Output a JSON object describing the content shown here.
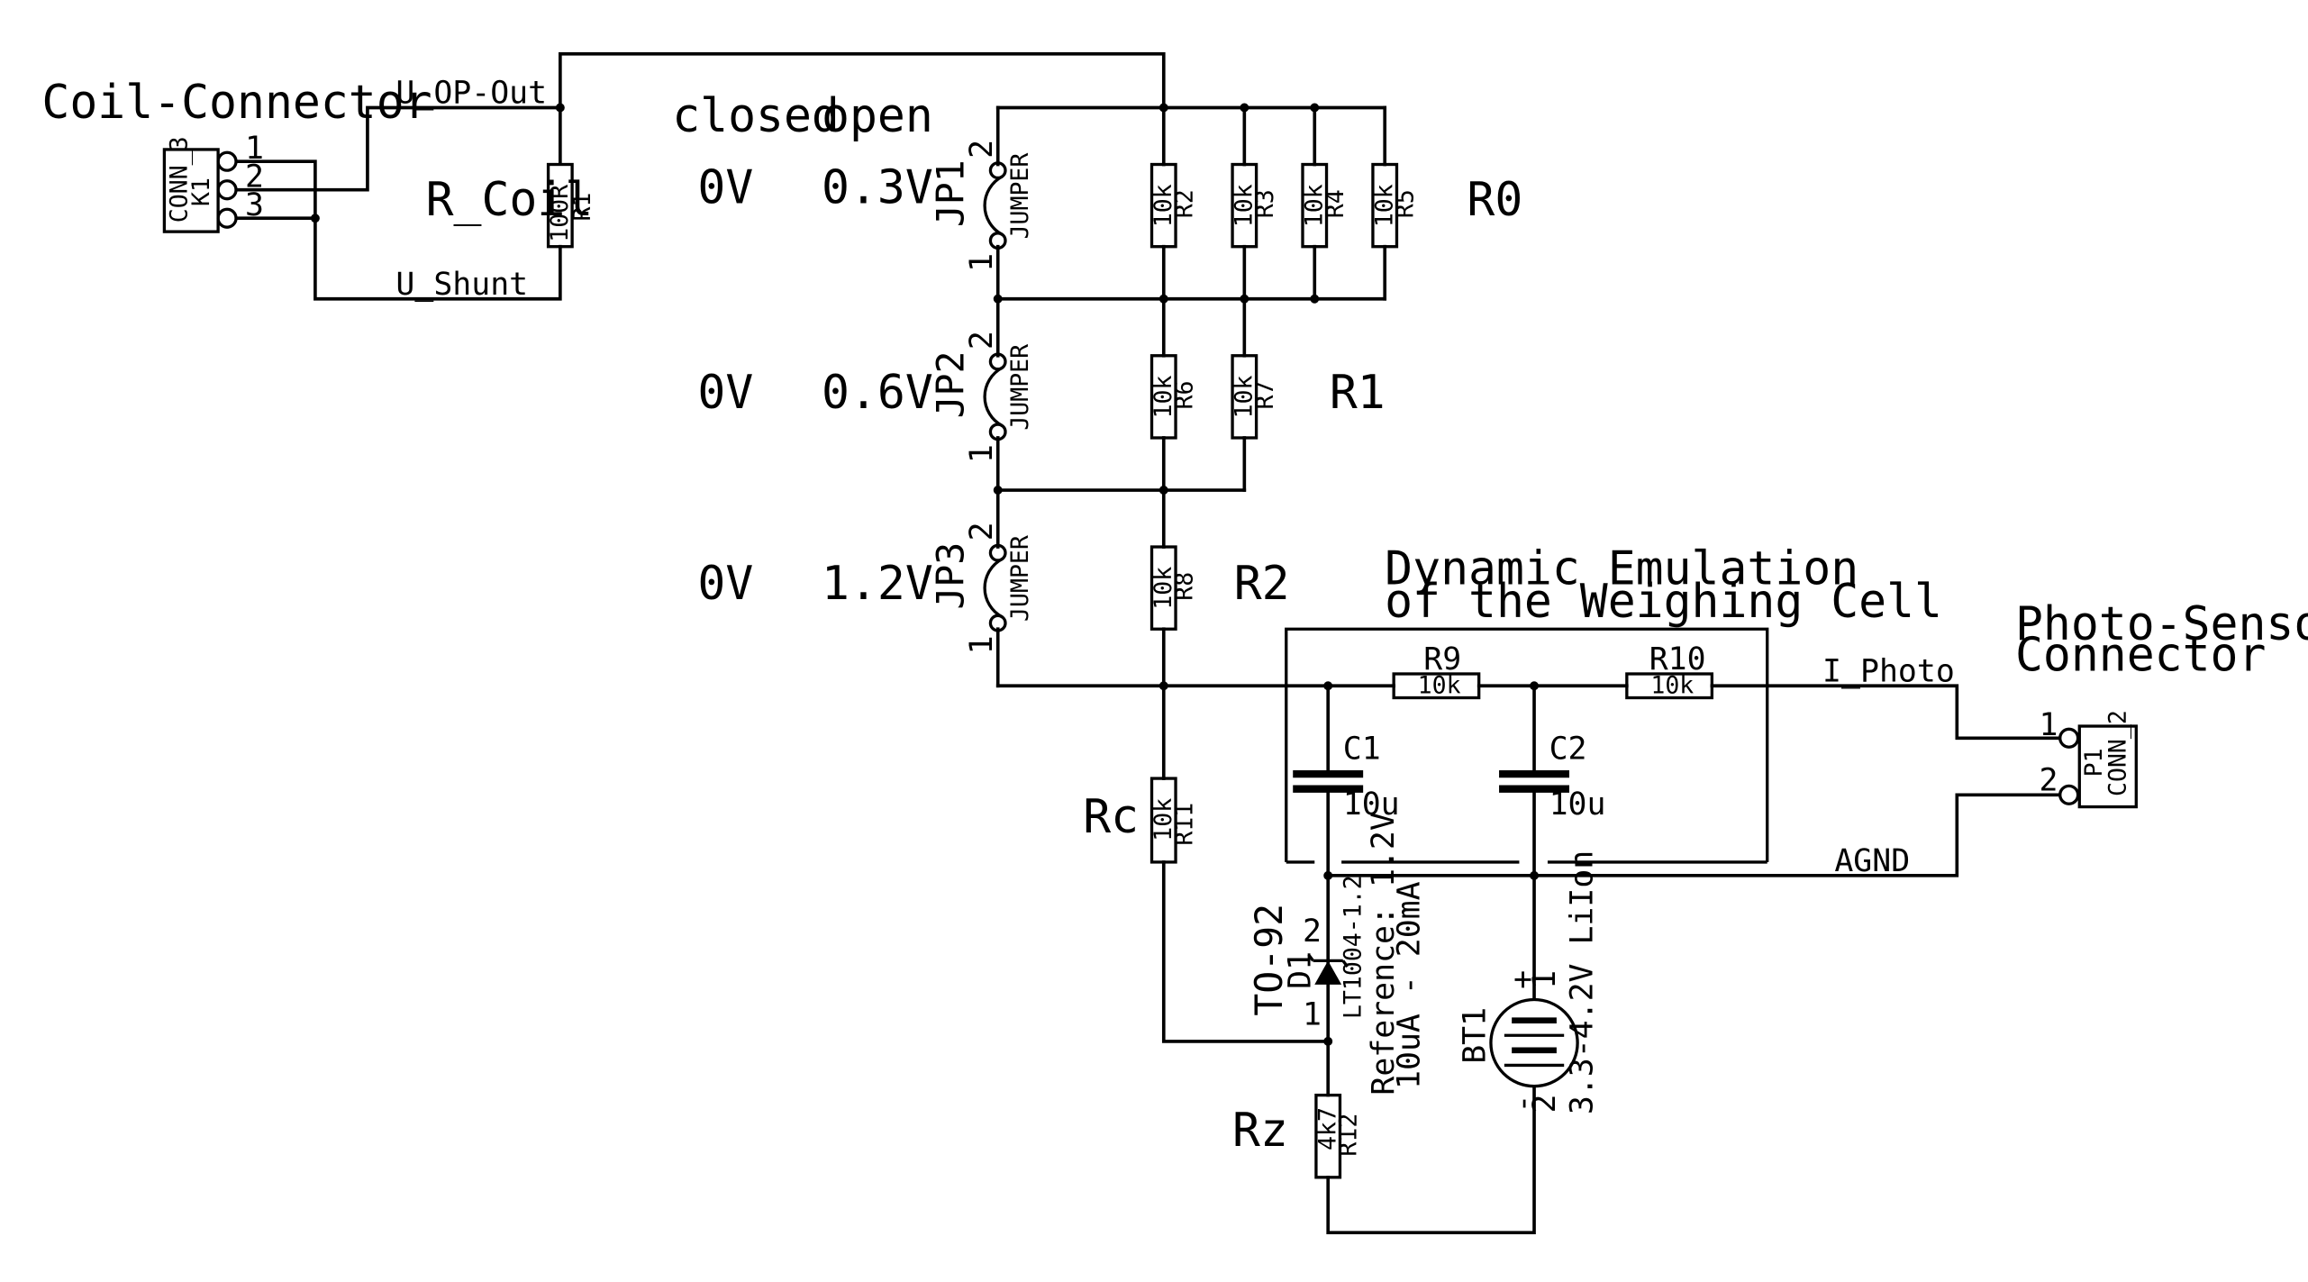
{
  "coil_connector": {
    "title": "Coil-Connector",
    "ref": "K1",
    "value": "CONN_3",
    "pins": [
      "1",
      "2",
      "3"
    ]
  },
  "nets": {
    "u_op_out": "U_OP-Out",
    "u_shunt": "U_Shunt",
    "i_photo": "I_Photo",
    "agnd": "AGND"
  },
  "r_coil": {
    "label": "R_Coil",
    "ref": "R1",
    "value": "100R"
  },
  "table_headers": {
    "closed": "closed",
    "open": "open"
  },
  "jumpers": [
    {
      "ref": "JP1",
      "value": "JUMPER",
      "pin_top": "2",
      "pin_bottom": "1",
      "closed": "0V",
      "open": "0.3V"
    },
    {
      "ref": "JP2",
      "value": "JUMPER",
      "pin_top": "2",
      "pin_bottom": "1",
      "closed": "0V",
      "open": "0.6V"
    },
    {
      "ref": "JP3",
      "value": "JUMPER",
      "pin_top": "2",
      "pin_bottom": "1",
      "closed": "0V",
      "open": "1.2V"
    }
  ],
  "resistor_groups": {
    "r0": "R0",
    "r1": "R1",
    "r2": "R2",
    "rc": "Rc",
    "rz": "Rz"
  },
  "resistors": {
    "R2": {
      "ref": "R2",
      "value": "10k"
    },
    "R3": {
      "ref": "R3",
      "value": "10k"
    },
    "R4": {
      "ref": "R4",
      "value": "10k"
    },
    "R5": {
      "ref": "R5",
      "value": "10k"
    },
    "R6": {
      "ref": "R6",
      "value": "10k"
    },
    "R7": {
      "ref": "R7",
      "value": "10k"
    },
    "R8": {
      "ref": "R8",
      "value": "10k"
    },
    "R9": {
      "ref": "R9",
      "value": "10k"
    },
    "R10": {
      "ref": "R10",
      "value": "10k"
    },
    "R11": {
      "ref": "R11",
      "value": "10k"
    },
    "R12": {
      "ref": "R12",
      "value": "4k7"
    }
  },
  "emulation_box": {
    "line1": "Dynamic Emulation",
    "line2": "of the Weighing Cell"
  },
  "capacitors": {
    "C1": {
      "ref": "C1",
      "value": "10u"
    },
    "C2": {
      "ref": "C2",
      "value": "10u"
    }
  },
  "photo_connector": {
    "title_line1": "Photo-Sensor-",
    "title_line2": "Connector",
    "ref": "P1",
    "value": "CONN_2",
    "pins": [
      "1",
      "2"
    ]
  },
  "diode": {
    "ref": "D1",
    "package": "TO-92",
    "value": "LT1004-1.2",
    "pin_top": "2",
    "pin_bottom": "1",
    "note_line1": "Reference: 1.2V",
    "note_line2": "10uA - 20mA"
  },
  "battery": {
    "ref": "BT1",
    "value": "3.3-4.2V LiIon",
    "plus": "+",
    "pin_top": "1",
    "minus": "-",
    "pin_bottom": "2"
  }
}
